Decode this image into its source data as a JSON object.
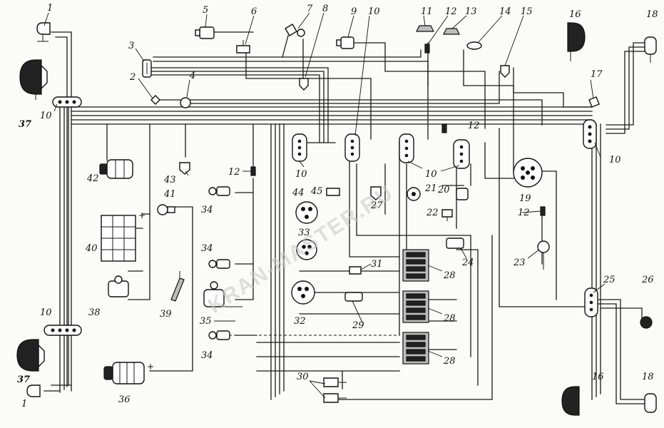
{
  "watermark": "KRAN-MASTER.RU",
  "terminal_sign": "+",
  "labels": [
    "1",
    "2",
    "3",
    "4",
    "5",
    "6",
    "7",
    "8",
    "9",
    "10",
    "11",
    "12",
    "13",
    "14",
    "15",
    "16",
    "17",
    "18",
    "19",
    "20",
    "21",
    "22",
    "23",
    "24",
    "25",
    "26",
    "27",
    "28",
    "29",
    "30",
    "31",
    "32",
    "33",
    "34",
    "35",
    "36",
    "37",
    "38",
    "39",
    "40",
    "41",
    "42",
    "43",
    "44",
    "45"
  ]
}
